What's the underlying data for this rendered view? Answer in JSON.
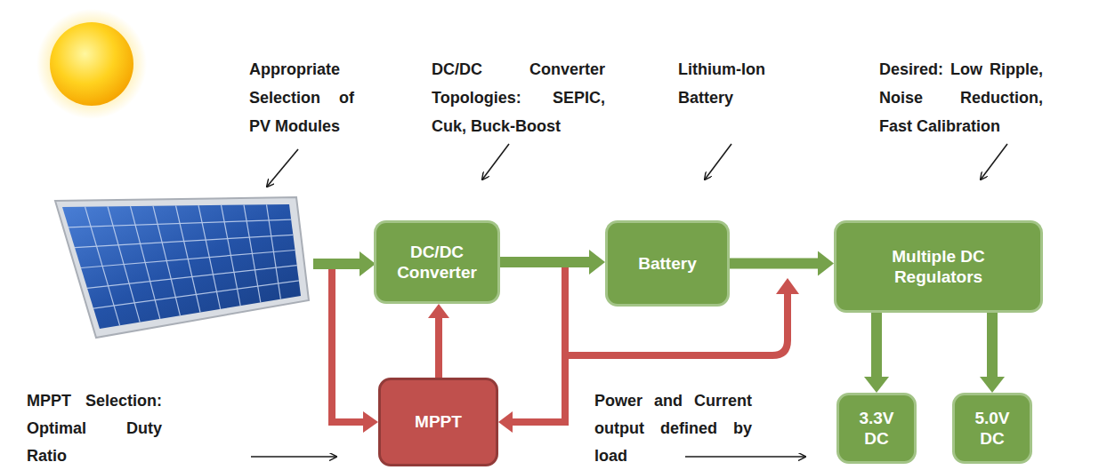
{
  "diagram": {
    "nodes": [
      {
        "text": [
          "DC/DC Converter"
        ]
      },
      {
        "text": [
          "Battery"
        ]
      },
      {
        "text": [
          "Multiple DC Regulators"
        ]
      },
      {
        "text": [
          "MPPT"
        ]
      },
      {
        "text": [
          "3.3V DC"
        ]
      },
      {
        "text": [
          "5.0V DC"
        ]
      }
    ],
    "edges": [
      {
        "from": 0,
        "to": 1,
        "arrow": "to"
      },
      {
        "from": 1,
        "to": 2,
        "arrow": "to"
      },
      {
        "from": 3,
        "to": 0,
        "arrow": "to"
      },
      {
        "from": 0,
        "to": 3,
        "arrow": "to"
      },
      {
        "from": 2,
        "to": 4,
        "arrow": "to"
      },
      {
        "from": 2,
        "to": 5,
        "arrow": "to"
      }
    ],
    "labels": [
      "Appropriate Selection of PV Modules",
      "DC/DC Converter Topologies: SEPIC, Cuk, Buck-Boost",
      "Lithium-Ion Battery",
      "Desired: Low Ripple, Noise Reduction, Fast Calibration",
      "MPPT Selection: Optimal Duty Ratio",
      "Power and Current output defined by load"
    ]
  }
}
